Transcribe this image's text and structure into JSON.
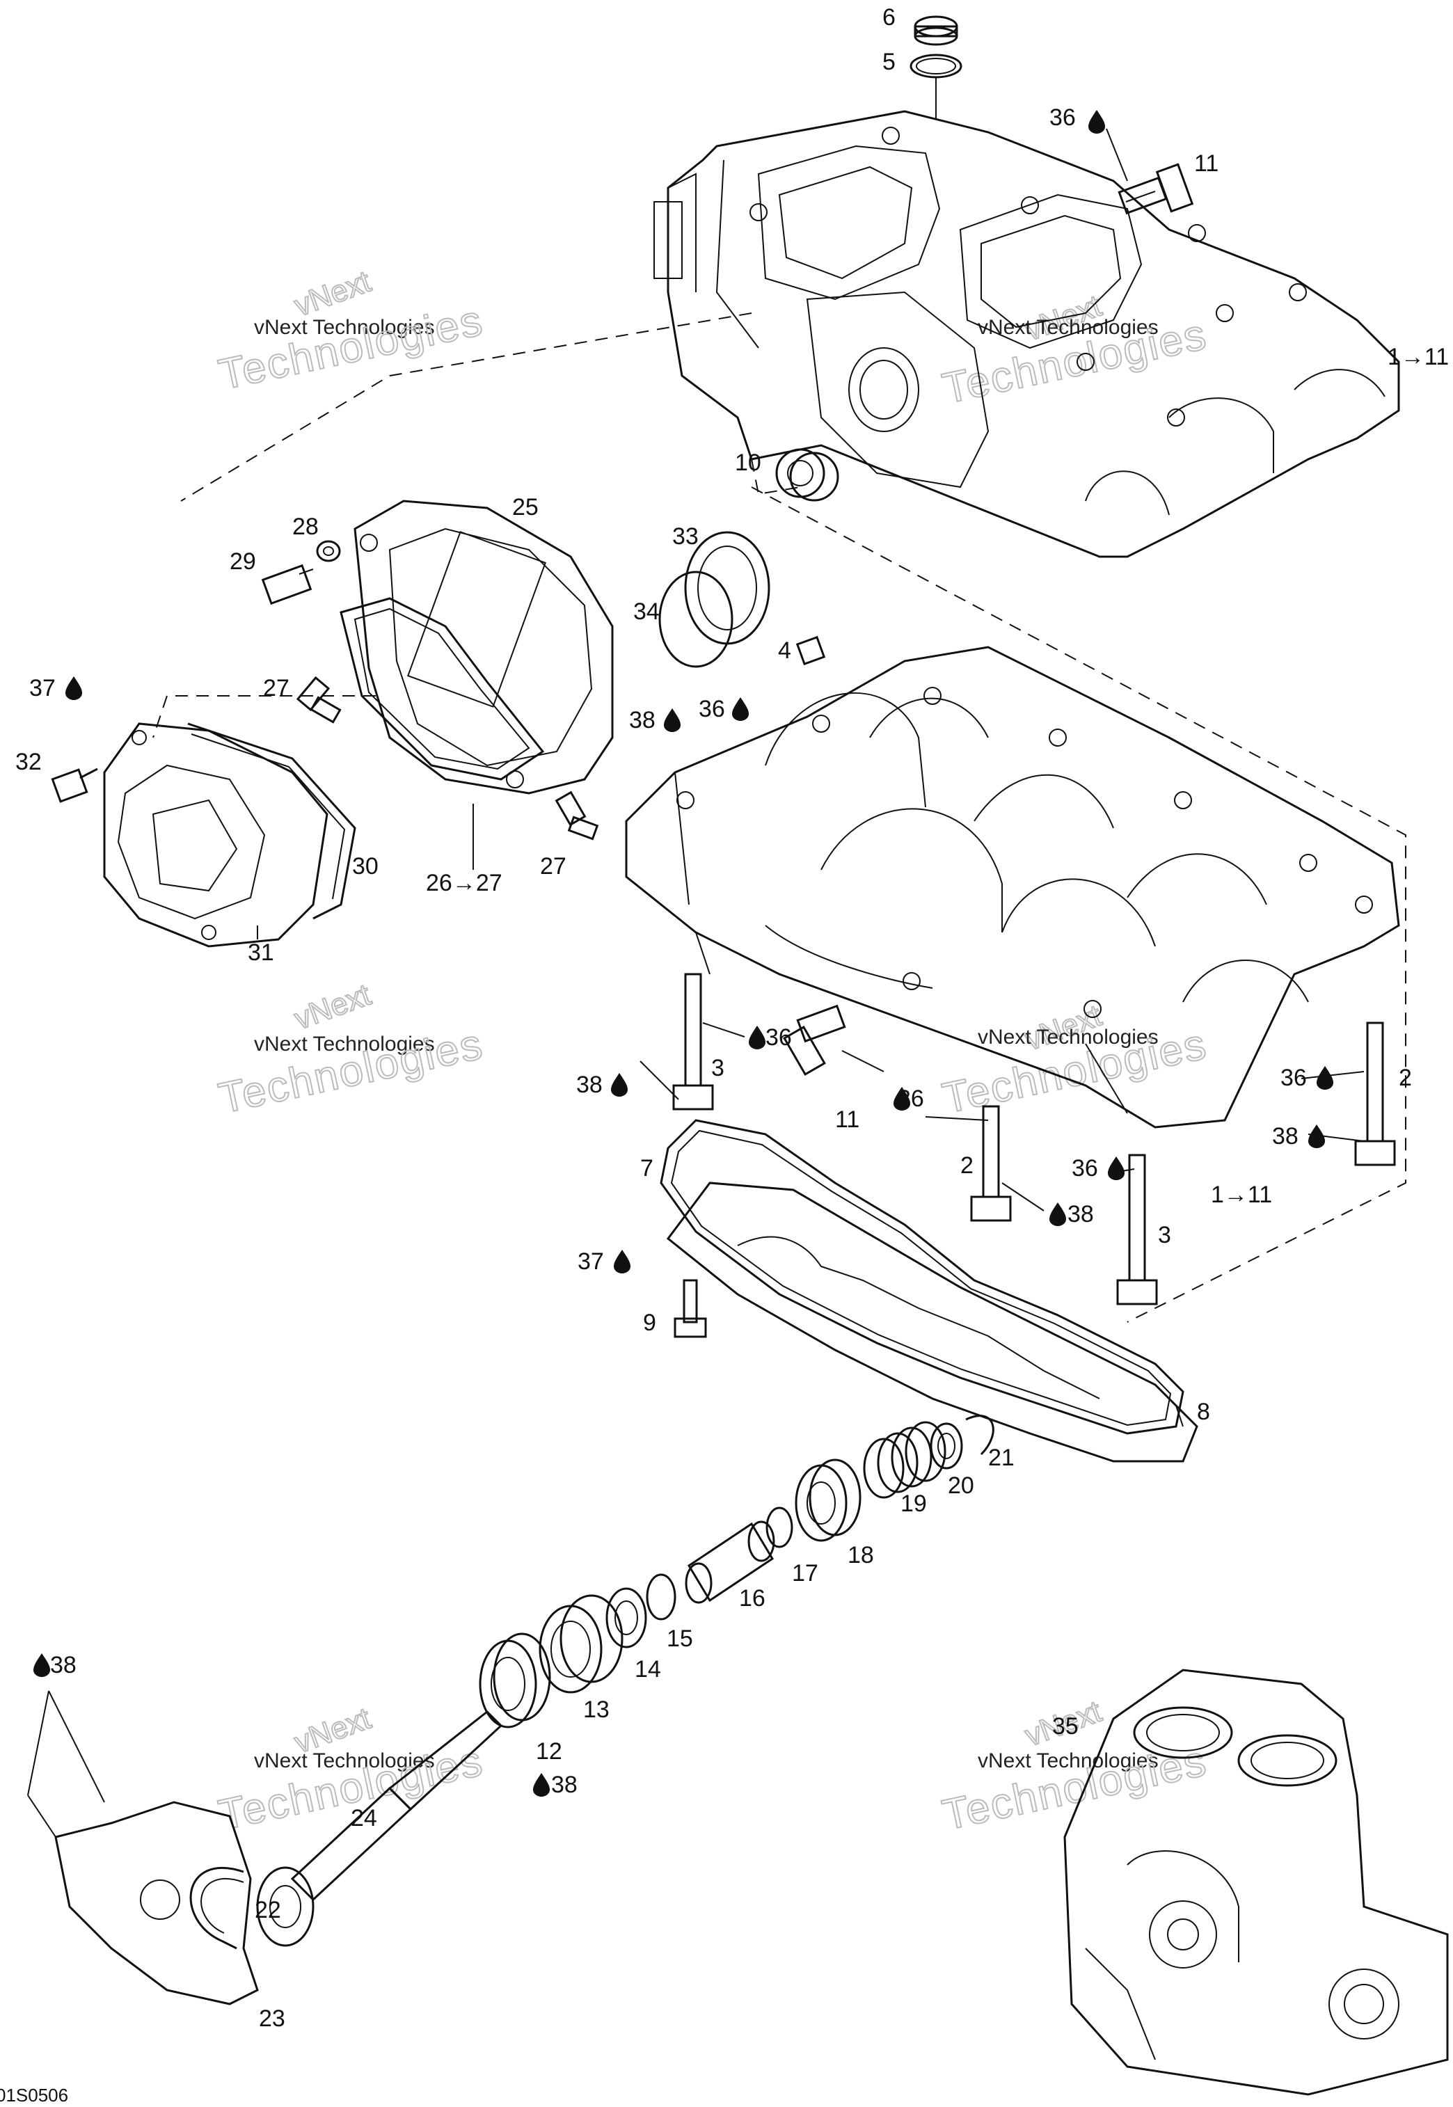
{
  "callouts": {
    "c6": "6",
    "c5": "5",
    "c36a": "36",
    "c11a": "11",
    "c1_11a": "1→11",
    "c10": "10",
    "c25": "25",
    "c28": "28",
    "c29": "29",
    "c33": "33",
    "c34": "34",
    "c4": "4",
    "c37a": "37",
    "c27a": "27",
    "c32": "32",
    "c38a": "38",
    "c36b": "36",
    "c30": "30",
    "c26_27": "26→27",
    "c27b": "27",
    "c31": "31",
    "c36c": "36",
    "c3a": "3",
    "c38b": "38",
    "c11b": "11",
    "c36d": "36",
    "c36e": "36",
    "c2a": "2",
    "c38c": "38",
    "c7": "7",
    "c2b": "2",
    "c36f": "36",
    "c38d": "38",
    "c1_11b": "1→11",
    "c3b": "3",
    "c37b": "37",
    "c9": "9",
    "c8": "8",
    "c21": "21",
    "c20": "20",
    "c19": "19",
    "c18": "18",
    "c17": "17",
    "c16": "16",
    "c15": "15",
    "c14": "14",
    "c13": "13",
    "c12": "12",
    "c38e": "38",
    "c38f": "38",
    "c24": "24",
    "c22": "22",
    "c23": "23",
    "c35": "35"
  },
  "watermark": {
    "line1": "vNext Technologies",
    "line2": "Technologies",
    "arc": "vNext"
  },
  "reference_code": "01S0506"
}
